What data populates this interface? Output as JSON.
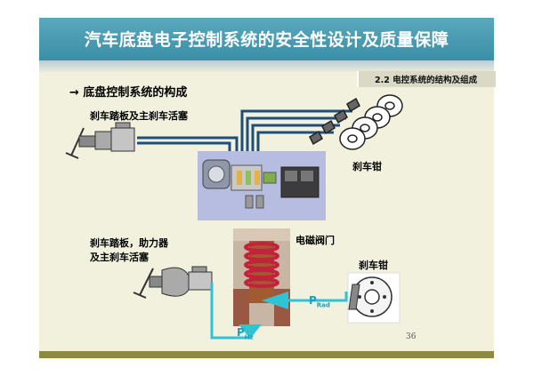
{
  "header": {
    "title": "汽车底盘电子控制系统的安全性设计及质量保障"
  },
  "section_tag": "2.2 电控系统的结构及组成",
  "subtitle": "→ 底盘控制系统的构成",
  "labels": {
    "pedal_master_top": "刹车踏板及主刹车活塞",
    "caliper_top": "刹车钳",
    "pedal_booster_line1": "刹车踏板，助力器",
    "pedal_booster_line2": "及主刹车活塞",
    "solenoid_valve": "电磁阀门",
    "caliper_bottom": "刹车钳"
  },
  "pressure_labels": {
    "p_rad": {
      "main": "P",
      "sub": "Rad"
    },
    "p_hz": {
      "main": "P",
      "sub": "Hz"
    }
  },
  "page_number": "36",
  "colors": {
    "header": "#3a8fa7",
    "slide_bg": "#f1f1dd",
    "brake_line": "#1f4e79",
    "hydraulic": "#2ec4d6",
    "bottom_bar": "#8c8a3e"
  }
}
